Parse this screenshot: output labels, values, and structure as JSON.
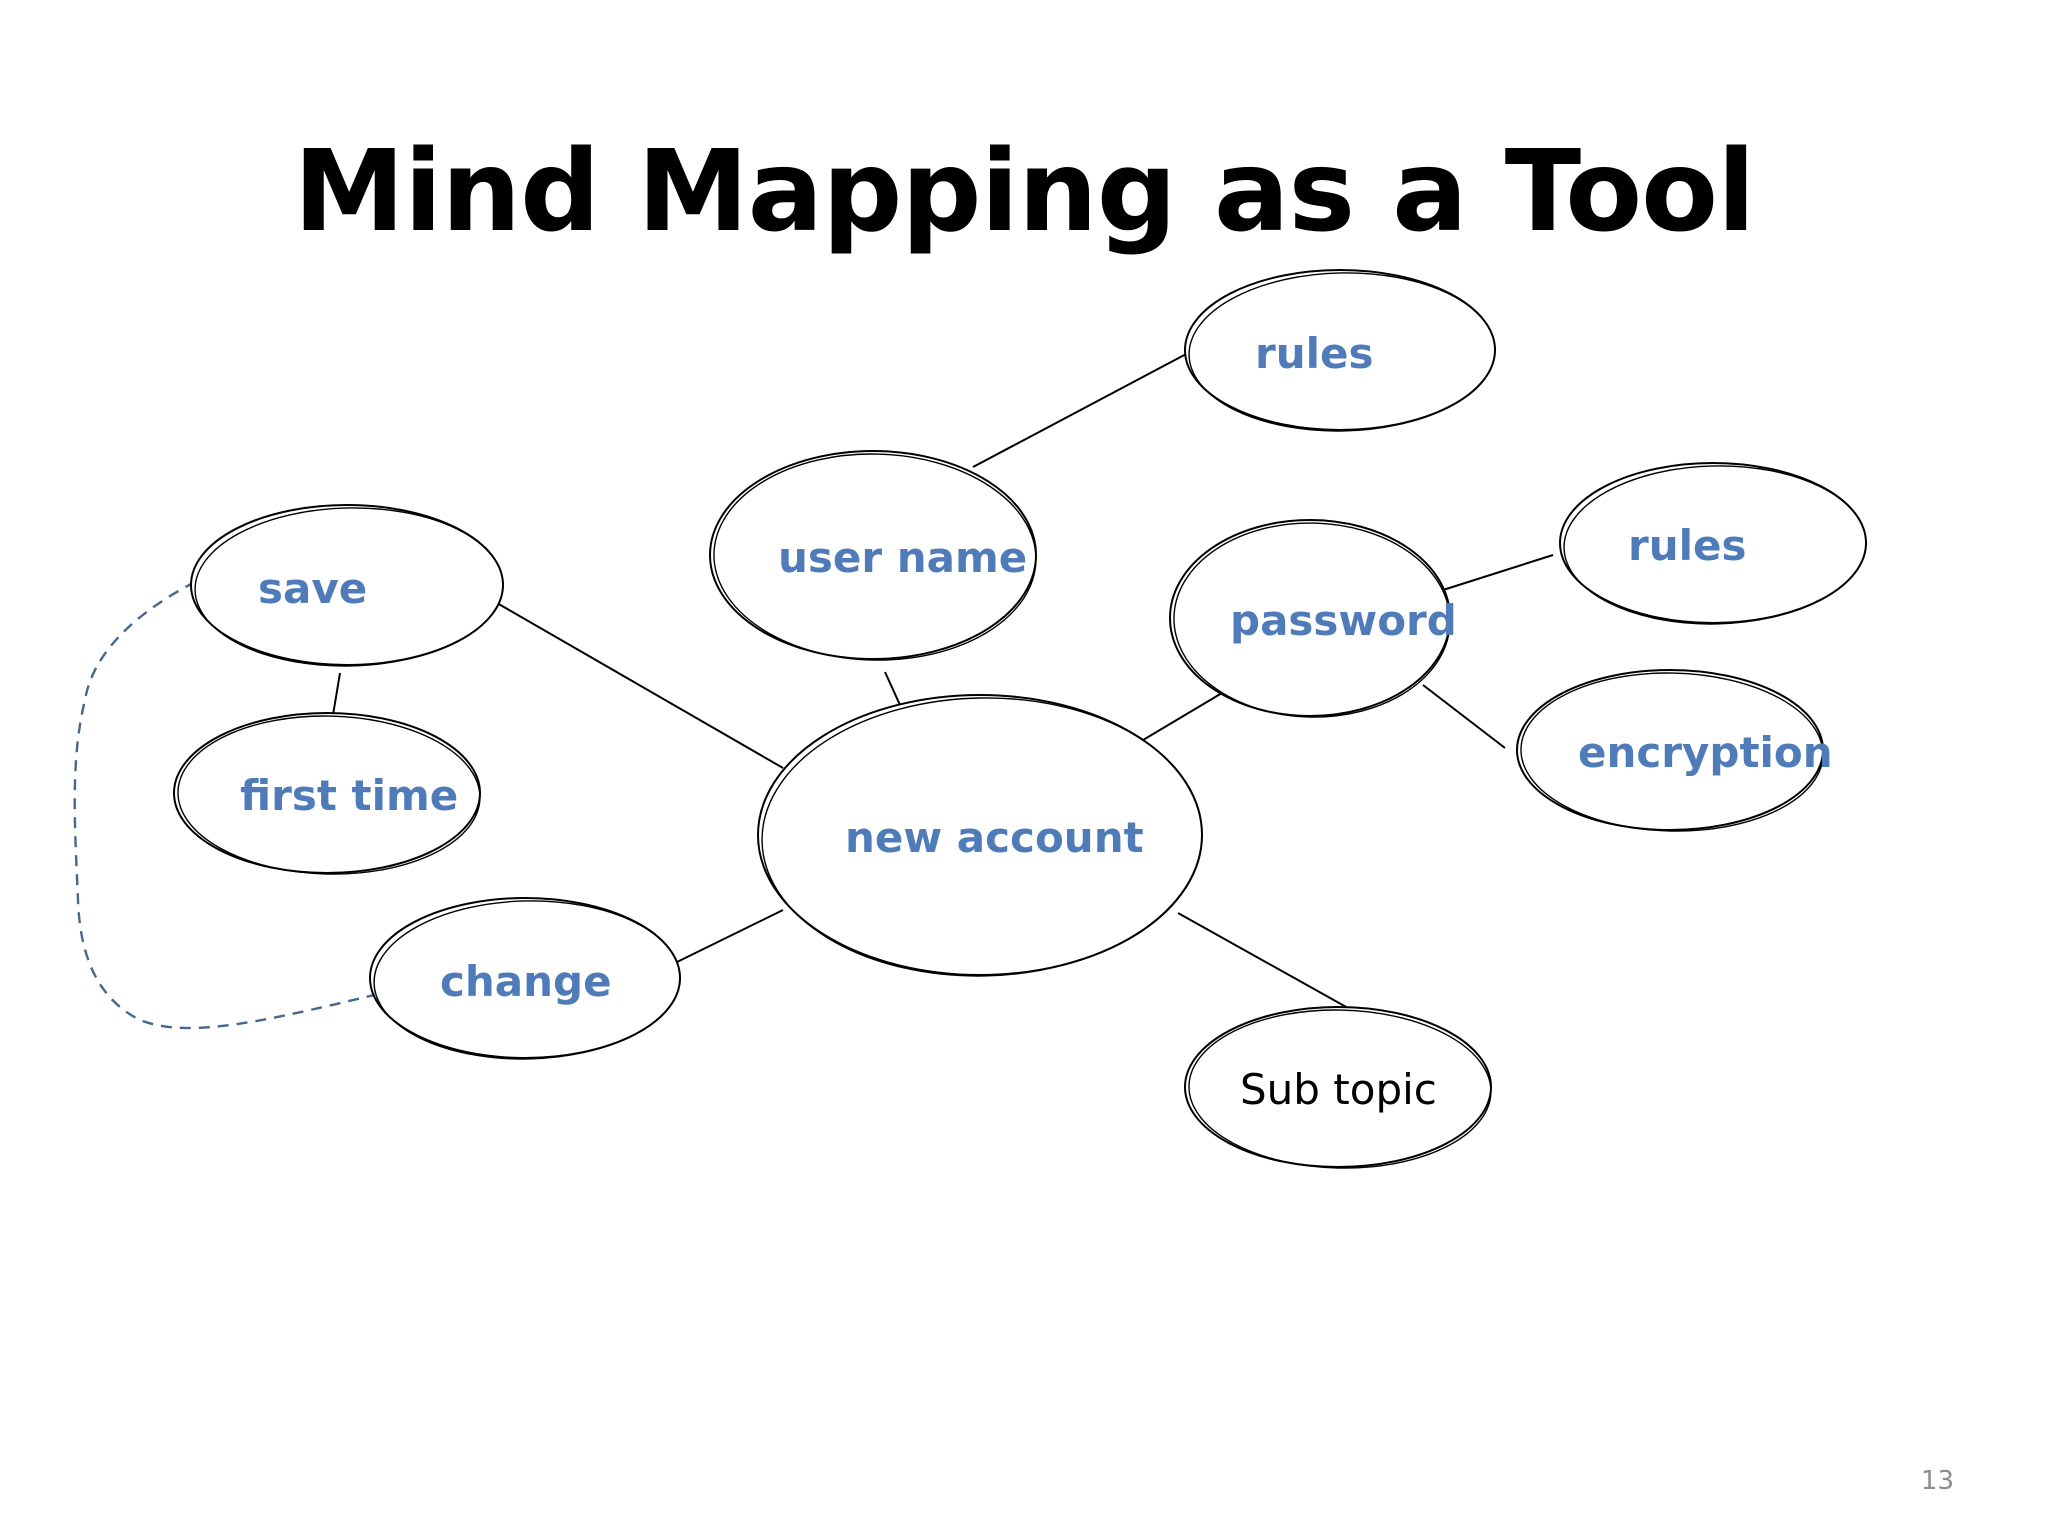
{
  "slide": {
    "title": "Mind Mapping as a Tool",
    "page_number": "13"
  },
  "colors": {
    "node_text": "#4f7cb8",
    "plain_text": "#000000",
    "dashed_link": "#44688e"
  },
  "mindmap": {
    "nodes": [
      {
        "id": "new_account",
        "label": "new account",
        "style": "accent"
      },
      {
        "id": "user_name",
        "label": "user name",
        "style": "accent"
      },
      {
        "id": "rules_username",
        "label": "rules",
        "style": "accent"
      },
      {
        "id": "password",
        "label": "password",
        "style": "accent"
      },
      {
        "id": "rules_password",
        "label": "rules",
        "style": "accent"
      },
      {
        "id": "encryption",
        "label": "encryption",
        "style": "accent"
      },
      {
        "id": "save",
        "label": "save",
        "style": "accent"
      },
      {
        "id": "first_time",
        "label": "first time",
        "style": "accent"
      },
      {
        "id": "change",
        "label": "change",
        "style": "accent"
      },
      {
        "id": "sub_topic",
        "label": "Sub topic",
        "style": "plain"
      }
    ],
    "edges": [
      {
        "from": "new_account",
        "to": "user_name",
        "style": "solid"
      },
      {
        "from": "user_name",
        "to": "rules_username",
        "style": "solid"
      },
      {
        "from": "new_account",
        "to": "password",
        "style": "solid"
      },
      {
        "from": "password",
        "to": "rules_password",
        "style": "solid"
      },
      {
        "from": "password",
        "to": "encryption",
        "style": "solid"
      },
      {
        "from": "new_account",
        "to": "save",
        "style": "solid"
      },
      {
        "from": "save",
        "to": "first_time",
        "style": "solid"
      },
      {
        "from": "new_account",
        "to": "change",
        "style": "solid"
      },
      {
        "from": "new_account",
        "to": "sub_topic",
        "style": "solid"
      },
      {
        "from": "save",
        "to": "change",
        "style": "dashed"
      }
    ]
  }
}
